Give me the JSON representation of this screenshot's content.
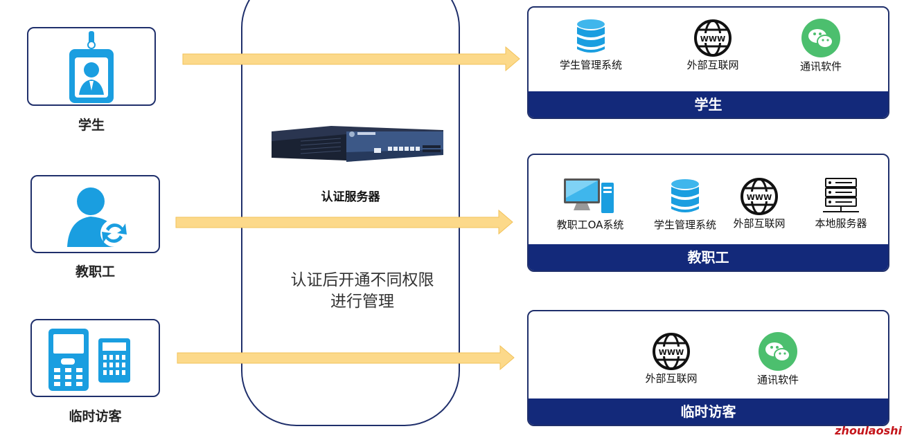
{
  "users": [
    {
      "label": "学生",
      "icon": "id-badge-icon"
    },
    {
      "label": "教职工",
      "icon": "staff-person-icon"
    },
    {
      "label": "临时访客",
      "icon": "mobile-phone-icon"
    }
  ],
  "center": {
    "device_icon": "server-appliance-icon",
    "title": "认证服务器",
    "desc_line1": "认证后开通不同权限",
    "desc_line2": "进行管理"
  },
  "panels": [
    {
      "title": "学生",
      "services": [
        {
          "label": "学生管理系统",
          "icon": "database-icon"
        },
        {
          "label": "外部互联网",
          "icon": "www-globe-icon"
        },
        {
          "label": "通讯软件",
          "icon": "wechat-icon"
        }
      ]
    },
    {
      "title": "教职工",
      "services": [
        {
          "label": "教职工OA系统",
          "icon": "computer-icon"
        },
        {
          "label": "学生管理系统",
          "icon": "database-icon"
        },
        {
          "label": "外部互联网",
          "icon": "www-globe-icon"
        },
        {
          "label": "本地服务器",
          "icon": "server-rack-icon"
        }
      ]
    },
    {
      "title": "临时访客",
      "services": [
        {
          "label": "外部互联网",
          "icon": "www-globe-icon"
        },
        {
          "label": "通讯软件",
          "icon": "wechat-icon"
        }
      ]
    }
  ],
  "watermark": "zhoulaoshi",
  "colors": {
    "navy": "#13297a",
    "arrow": "#fcd98a",
    "icon_blue": "#1a9ee0",
    "wechat": "#4cbf6e"
  }
}
